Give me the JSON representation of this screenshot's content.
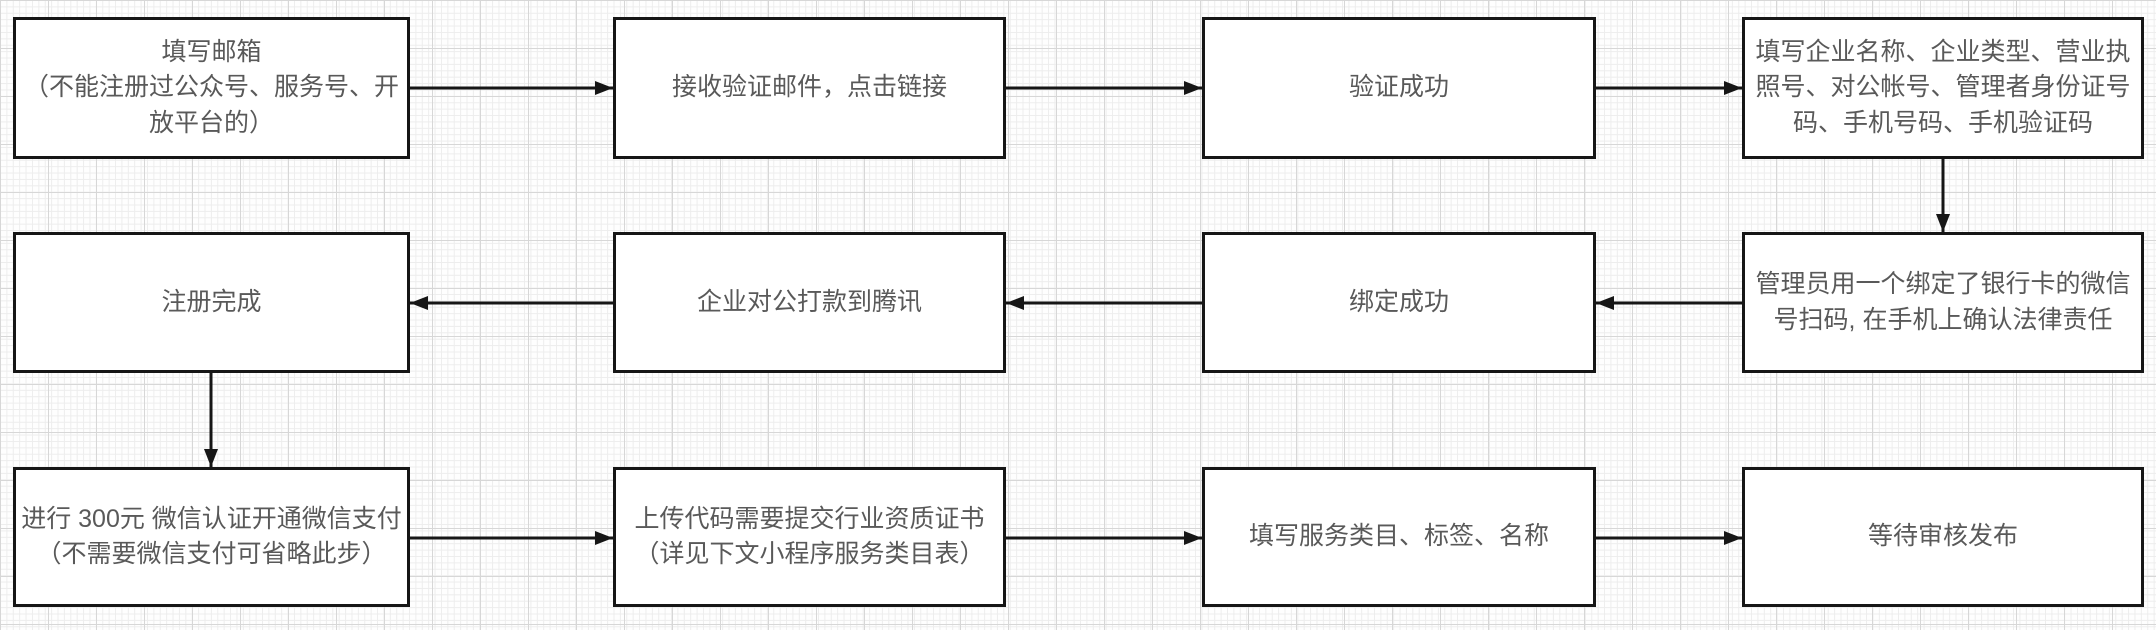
{
  "diagram": {
    "type": "flowchart",
    "nodes": [
      {
        "id": "fill-email",
        "row": 1,
        "col": 1,
        "label": "填写邮箱\n（不能注册过公众号、服务号、开放平台的）"
      },
      {
        "id": "receive-verification-email",
        "row": 1,
        "col": 2,
        "label": "接收验证邮件，点击链接"
      },
      {
        "id": "verification-success",
        "row": 1,
        "col": 3,
        "label": "验证成功"
      },
      {
        "id": "fill-company-info",
        "row": 1,
        "col": 4,
        "label": "填写企业名称、企业类型、营业执照号、对公帐号、管理者身份证号码、手机号码、手机验证码"
      },
      {
        "id": "admin-scan-confirm",
        "row": 2,
        "col": 4,
        "label": "管理员用一个绑定了银行卡的微信号扫码, 在手机上确认法律责任"
      },
      {
        "id": "binding-success",
        "row": 2,
        "col": 3,
        "label": "绑定成功"
      },
      {
        "id": "company-remit-tencent",
        "row": 2,
        "col": 2,
        "label": "企业对公打款到腾讯"
      },
      {
        "id": "registration-complete",
        "row": 2,
        "col": 1,
        "label": "注册完成"
      },
      {
        "id": "wechat-certification-payment",
        "row": 3,
        "col": 1,
        "label": "进行 300元 微信认证开通微信支付（不需要微信支付可省略此步）"
      },
      {
        "id": "upload-code-qualification",
        "row": 3,
        "col": 2,
        "label": "上传代码需要提交行业资质证书\n（详见下文小程序服务类目表）"
      },
      {
        "id": "fill-service-category",
        "row": 3,
        "col": 3,
        "label": "填写服务类目、标签、名称"
      },
      {
        "id": "wait-review-release",
        "row": 3,
        "col": 4,
        "label": "等待审核发布"
      }
    ],
    "edges": [
      {
        "from": "fill-email",
        "to": "receive-verification-email"
      },
      {
        "from": "receive-verification-email",
        "to": "verification-success"
      },
      {
        "from": "verification-success",
        "to": "fill-company-info"
      },
      {
        "from": "fill-company-info",
        "to": "admin-scan-confirm"
      },
      {
        "from": "admin-scan-confirm",
        "to": "binding-success"
      },
      {
        "from": "binding-success",
        "to": "company-remit-tencent"
      },
      {
        "from": "company-remit-tencent",
        "to": "registration-complete"
      },
      {
        "from": "registration-complete",
        "to": "wechat-certification-payment"
      },
      {
        "from": "wechat-certification-payment",
        "to": "upload-code-qualification"
      },
      {
        "from": "upload-code-qualification",
        "to": "fill-service-category"
      },
      {
        "from": "fill-service-category",
        "to": "wait-review-release"
      }
    ],
    "colors": {
      "node_fill": "#ffffff",
      "node_border": "#161616",
      "text": "#595959",
      "arrow": "#161616",
      "grid_minor": "#ededed",
      "grid_major": "#d7d7d7"
    }
  }
}
